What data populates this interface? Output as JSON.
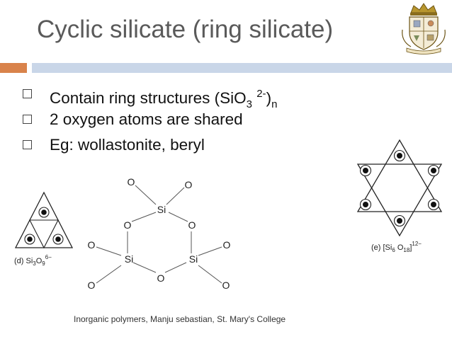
{
  "slide": {
    "title": "Cyclic silicate (ring silicate)",
    "bullets": [
      {
        "pre": "Contain ring structures (SiO",
        "sub1": "3",
        "sup": "2-",
        "mid": ")",
        "sub2": "n"
      },
      {
        "text": "2 oxygen atoms are shared"
      },
      {
        "text": "Eg: wollastonite, beryl"
      }
    ],
    "footer": "Inorganic polymers, Manju sebastian, St. Mary's College",
    "accent_colors": {
      "orange": "#d9834b",
      "light_blue": "#c9d6e8",
      "title_gray": "#5a5a5a"
    }
  },
  "figures": {
    "small_triangle_label": {
      "prefix": "(d) Si",
      "sub1": "3",
      "mid": "O",
      "sub2": "9",
      "sup": "6−"
    },
    "hexagram_label": {
      "prefix": "(e) [Si",
      "sub1": "6",
      "mid": " O",
      "sub2": "18",
      "close": "]",
      "sup": "12−"
    },
    "ring_atoms": {
      "silicon": "Si",
      "oxygen": "O"
    }
  }
}
